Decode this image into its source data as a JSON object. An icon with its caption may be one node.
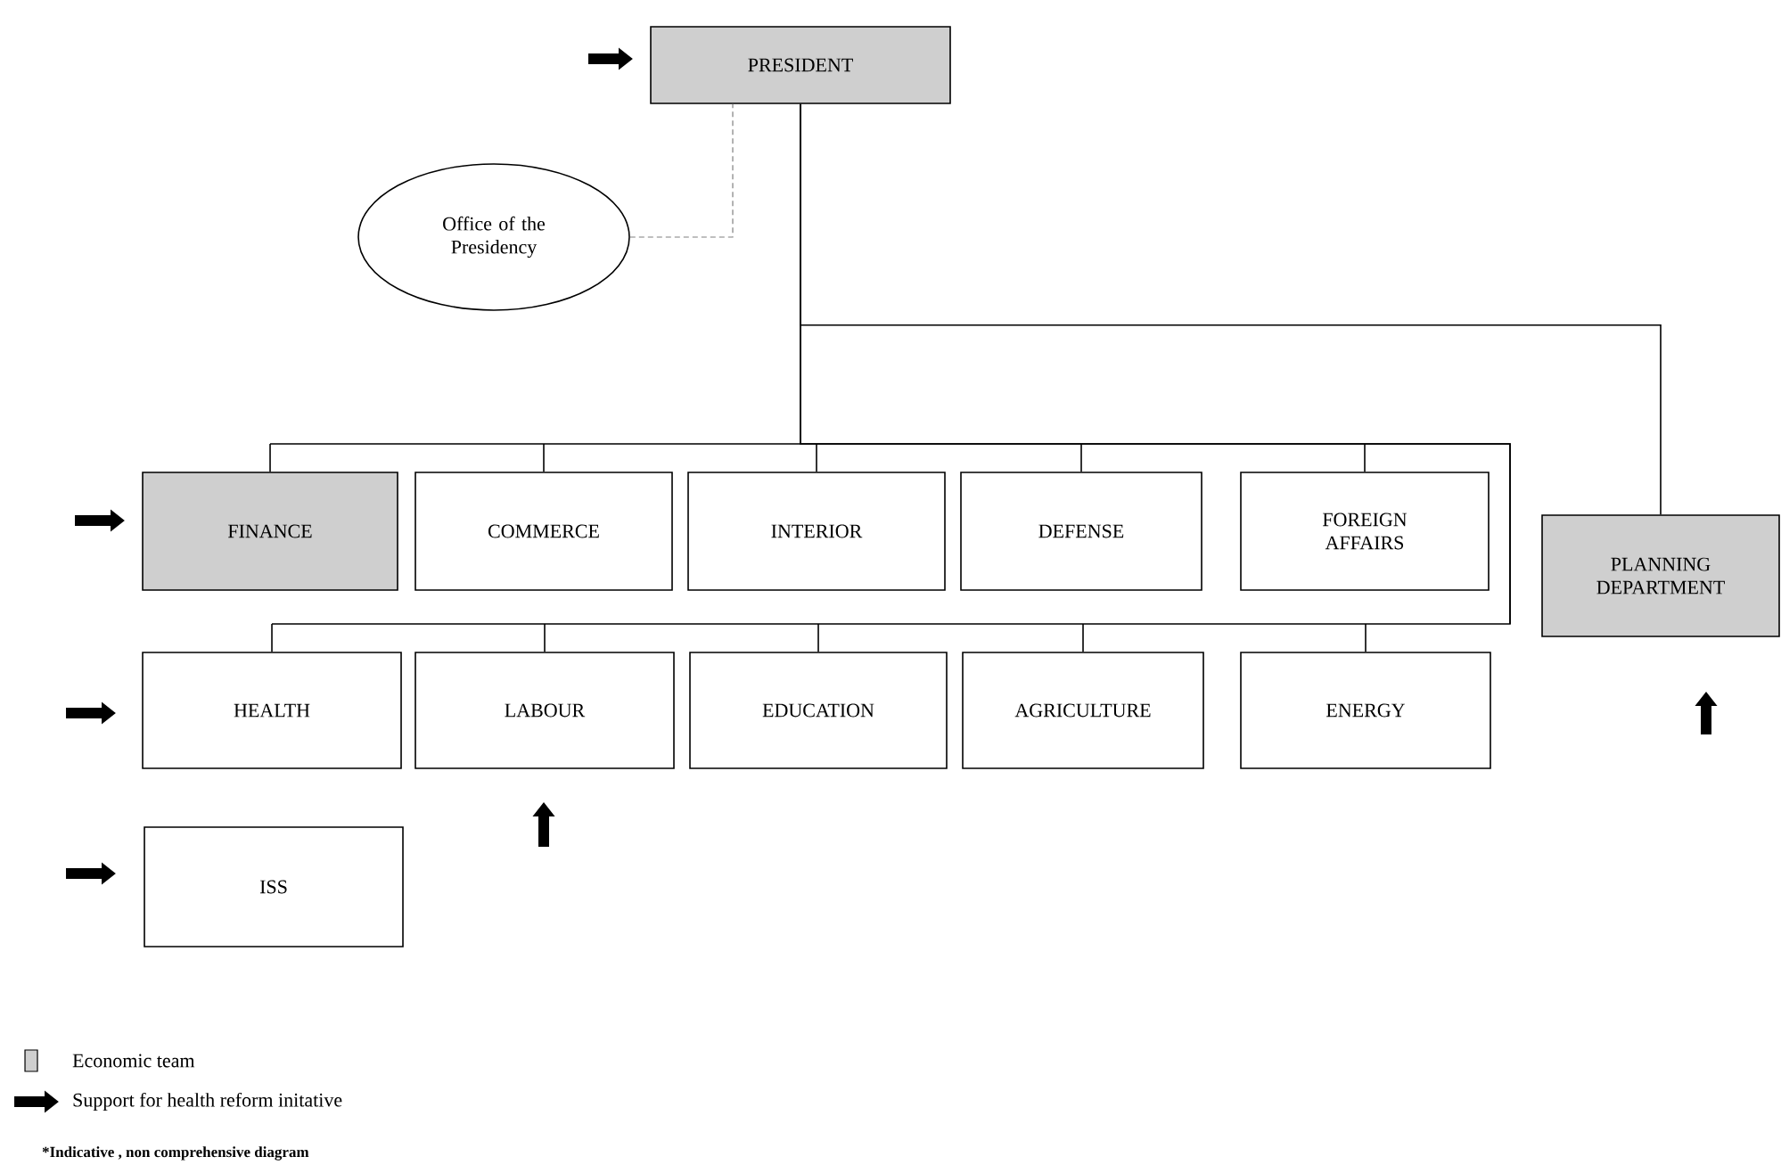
{
  "diagram": {
    "nodes": [
      {
        "text": [
          "PRESIDENT"
        ]
      },
      {
        "text": [
          "Office of the Presidency"
        ]
      },
      {
        "text": [
          "FINANCE"
        ]
      },
      {
        "text": [
          "COMMERCE"
        ]
      },
      {
        "text": [
          "INTERIOR"
        ]
      },
      {
        "text": [
          "DEFENSE"
        ]
      },
      {
        "text": [
          "FOREIGN AFFAIRS"
        ]
      },
      {
        "text": [
          "PLANNING DEPARTMENT"
        ]
      },
      {
        "text": [
          "HEALTH"
        ]
      },
      {
        "text": [
          "LABOUR"
        ]
      },
      {
        "text": [
          "EDUCATION"
        ]
      },
      {
        "text": [
          "AGRICULTURE"
        ]
      },
      {
        "text": [
          "ENERGY"
        ]
      },
      {
        "text": [
          "ISS"
        ]
      }
    ],
    "edges": [
      {
        "from": 1,
        "to": 0,
        "arrow": "none",
        "style": "dashed",
        "color": "#808080"
      },
      {
        "from": 0,
        "to": 2,
        "arrow": "none"
      },
      {
        "from": 0,
        "to": 3,
        "arrow": "none"
      },
      {
        "from": 0,
        "to": 4,
        "arrow": "none"
      },
      {
        "from": 0,
        "to": 5,
        "arrow": "none"
      },
      {
        "from": 0,
        "to": 6,
        "arrow": "none"
      },
      {
        "from": 0,
        "to": 7,
        "arrow": "none"
      },
      {
        "from": 0,
        "to": 8,
        "arrow": "none"
      },
      {
        "from": 0,
        "to": 9,
        "arrow": "none"
      },
      {
        "from": 0,
        "to": 10,
        "arrow": "none"
      },
      {
        "from": 0,
        "to": 11,
        "arrow": "none"
      },
      {
        "from": 0,
        "to": 12,
        "arrow": "none"
      }
    ],
    "labels": [
      "*Indicative , non comprehensive diagram"
    ],
    "legend": [
      {
        "text": "Economic team",
        "color": "#cfcfcf"
      },
      {
        "text": "Support for health reform initative"
      }
    ]
  }
}
